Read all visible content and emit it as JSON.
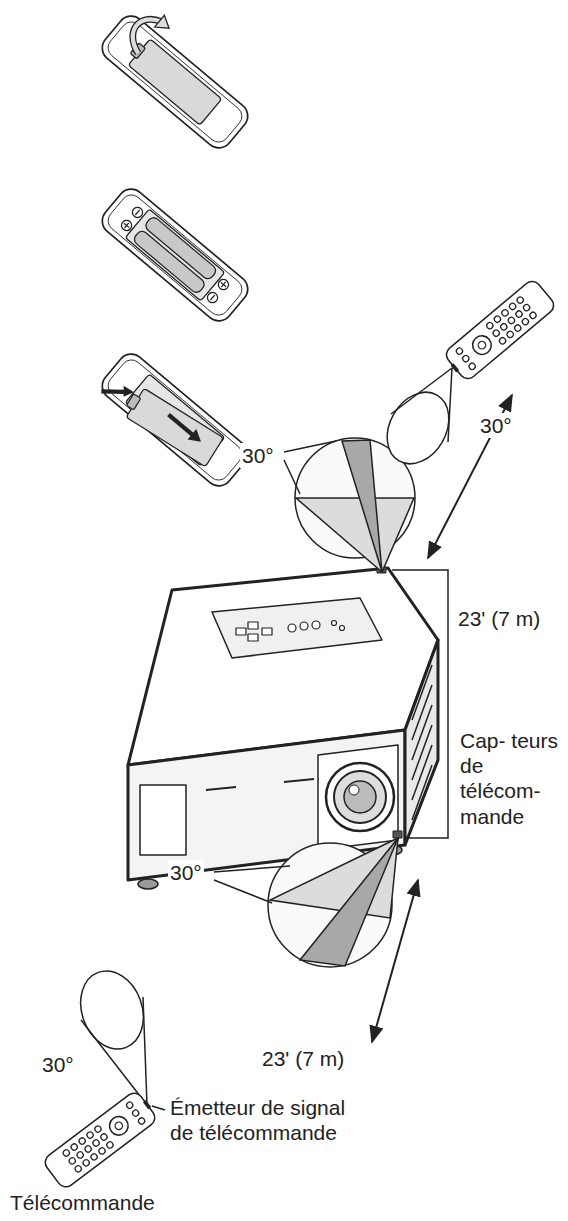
{
  "diagram": {
    "labels": [
      "30°",
      "30°",
      "23' (7 m)",
      "Cap- teurs de télécom- mande",
      "30°",
      "23' (7 m)",
      "30°",
      "Émetteur de signal de télécommande",
      "Télécommande"
    ]
  }
}
